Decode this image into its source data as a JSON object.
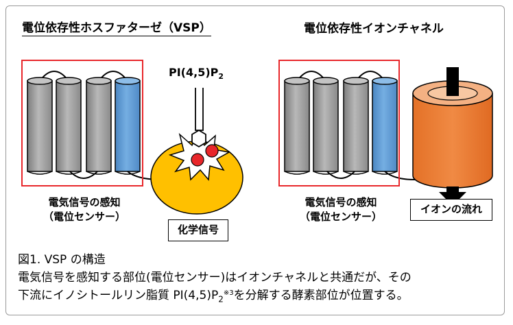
{
  "headings": {
    "vsp": "電位依存性ホスファターゼ（VSP）",
    "channel": "電位依存性イオンチャネル"
  },
  "labels": {
    "sensor_left_line1": "電気信号の感知",
    "sensor_left_line2": "（電位センサー）",
    "sensor_right_line1": "電気信号の感知",
    "sensor_right_line2": "（電位センサー）",
    "chemical_signal": "化学信号",
    "ion_flow": "イオンの流れ",
    "pi_prefix": "PI(4,5)P",
    "pi_sub": "2"
  },
  "caption": {
    "line1": "図1. VSP の構造",
    "line2": "電気信号を感知する部位(電位センサー)はイオンチャネルと共通だが、その",
    "line3_a": "下流にイノシトールリン脂質 PI(4,5)P",
    "line3_sub": "2",
    "line3_sup": "※3",
    "line3_b": "を分解する酵素部位が位置する。"
  },
  "colors": {
    "helix_gray": "#9c9c9c",
    "helix_blue": "#5b9bd5",
    "red_box": "#e8262a",
    "enzyme_yellow": "#ffc000",
    "channel_orange": "#ed7d31",
    "red_dot": "#e8262a"
  }
}
